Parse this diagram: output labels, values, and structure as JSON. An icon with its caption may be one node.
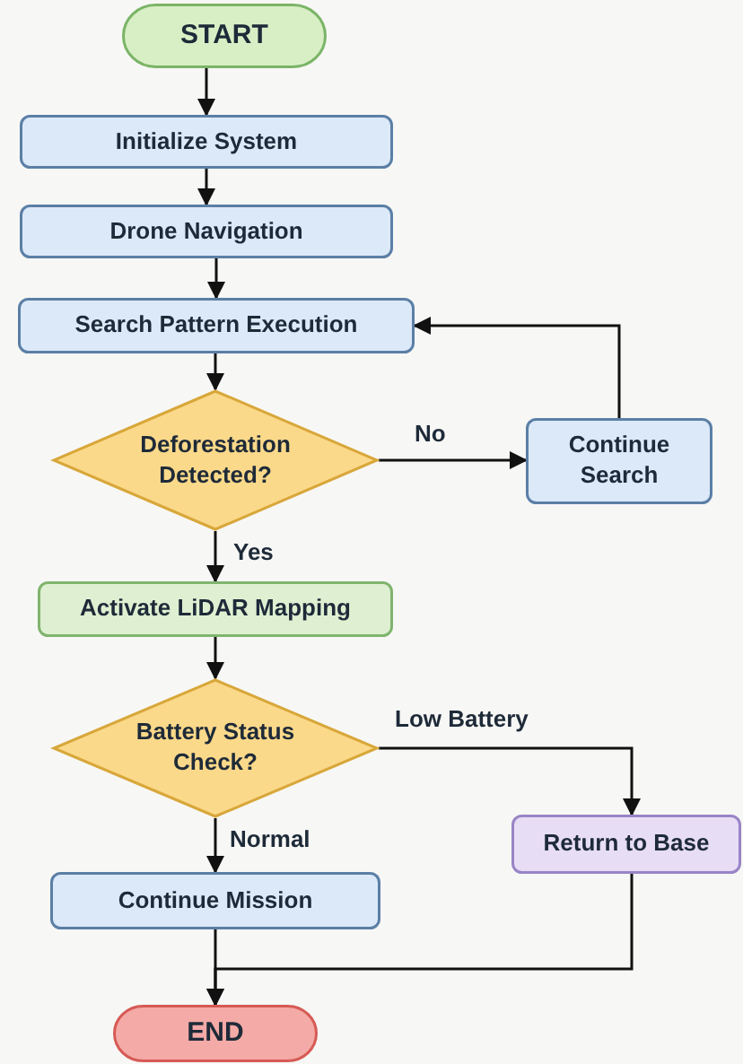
{
  "diagram": {
    "nodes": [
      {
        "text": [
          "START"
        ]
      },
      {
        "text": [
          "Initialize System"
        ]
      },
      {
        "text": [
          "Drone Navigation"
        ]
      },
      {
        "text": [
          "Search Pattern Execution"
        ]
      },
      {
        "text": [
          "Deforestation Detected?"
        ]
      },
      {
        "text": [
          "Continue Search"
        ]
      },
      {
        "text": [
          "Activate LiDAR Mapping"
        ]
      },
      {
        "text": [
          "Battery Status Check?"
        ]
      },
      {
        "text": [
          "Return to Base"
        ]
      },
      {
        "text": [
          "Continue Mission"
        ]
      },
      {
        "text": [
          "END"
        ]
      }
    ],
    "edges": [
      {
        "from": 0,
        "to": 1,
        "arrow": "to"
      },
      {
        "from": 1,
        "to": 2,
        "arrow": "to"
      },
      {
        "from": 2,
        "to": 3,
        "arrow": "to"
      },
      {
        "from": 3,
        "to": 4,
        "arrow": "to"
      },
      {
        "from": 4,
        "to": 5,
        "label": "No",
        "arrow": "to"
      },
      {
        "from": 5,
        "to": 3,
        "arrow": "to"
      },
      {
        "from": 4,
        "to": 6,
        "label": "Yes",
        "arrow": "to"
      },
      {
        "from": 6,
        "to": 7,
        "arrow": "to"
      },
      {
        "from": 7,
        "to": 8,
        "label": "Low Battery",
        "arrow": "to"
      },
      {
        "from": 7,
        "to": 9,
        "label": "Normal",
        "arrow": "to"
      },
      {
        "from": 9,
        "to": 10,
        "arrow": "to"
      },
      {
        "from": 8,
        "to": 10,
        "arrow": "to"
      }
    ]
  }
}
